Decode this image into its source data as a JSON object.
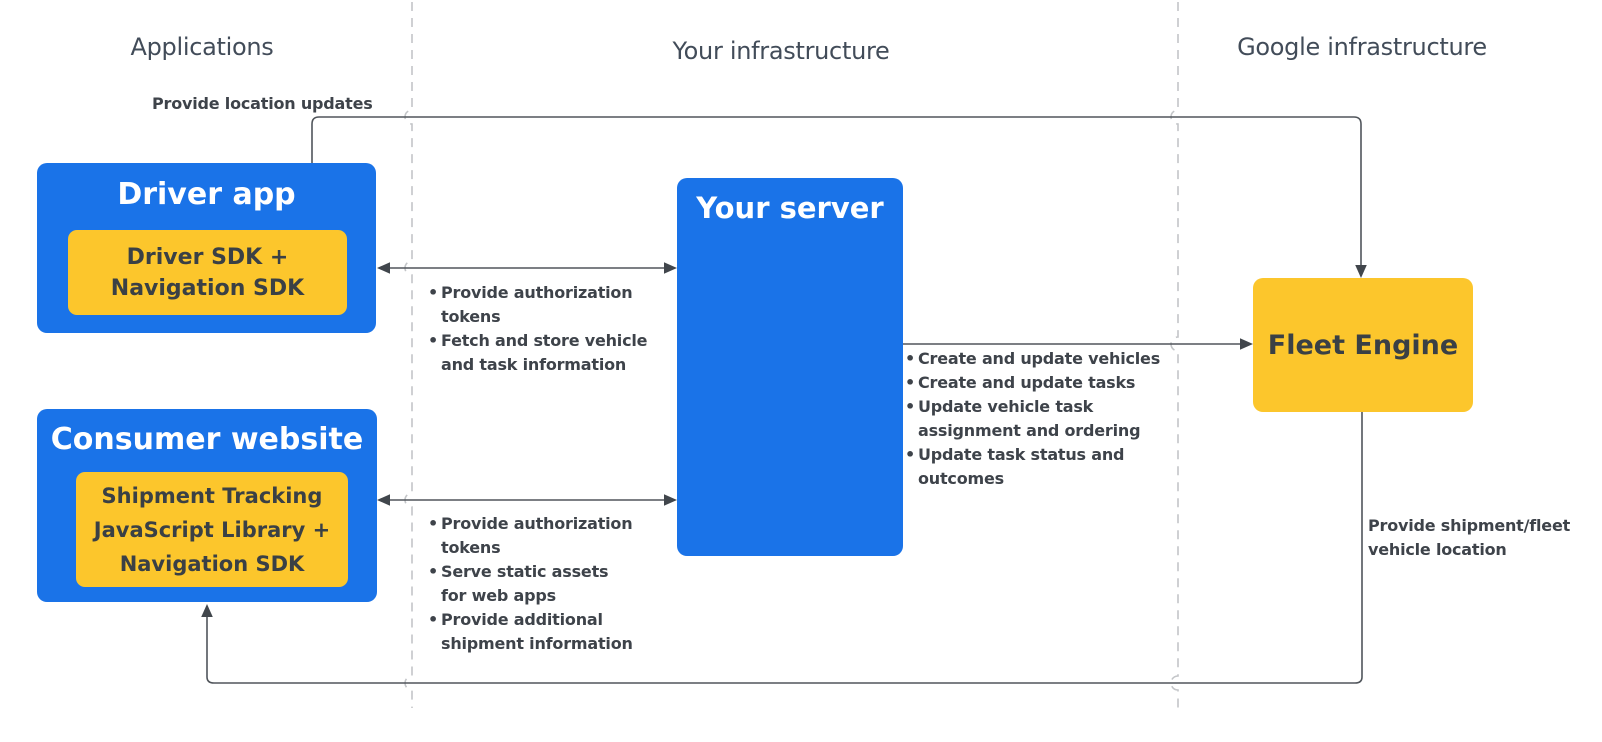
{
  "columns": {
    "applications": "Applications",
    "your_infrastructure": "Your infrastructure",
    "google_infrastructure": "Google infrastructure"
  },
  "nodes": {
    "driver_app": {
      "title": "Driver app",
      "component": "Driver SDK +\nNavigation SDK"
    },
    "consumer_website": {
      "title": "Consumer website",
      "component": "Shipment Tracking\nJavaScript Library +\nNavigation SDK"
    },
    "your_server": {
      "title": "Your server"
    },
    "fleet_engine": {
      "title": "Fleet Engine"
    }
  },
  "edges": {
    "driver_to_fleet": {
      "label": "Provide location updates"
    },
    "driver_and_server": {
      "items": [
        "Provide authorization\ntokens",
        "Fetch and store vehicle\nand task information"
      ]
    },
    "server_to_fleet": {
      "items": [
        "Create and update vehicles",
        "Create and update tasks",
        "Update vehicle task\nassignment and ordering",
        "Update task status and\noutcomes"
      ]
    },
    "consumer_and_server": {
      "items": [
        "Provide authorization\ntokens",
        "Serve static assets\nfor web apps",
        "Provide additional\nshipment information"
      ]
    },
    "fleet_to_consumer": {
      "label": "Provide shipment/fleet\nvehicle location"
    }
  },
  "colors": {
    "node_blue": "#1a73e8",
    "node_yellow": "#fcc62c",
    "title_on_blue": "#ffffff",
    "dark_text": "#3a4045",
    "annotation_text": "#3e434a",
    "header_text": "#424c59",
    "connector_line": "#50555b",
    "arrowhead": "#41464c",
    "divider_dashed": "#c3c5c8",
    "background": "#ffffff"
  }
}
